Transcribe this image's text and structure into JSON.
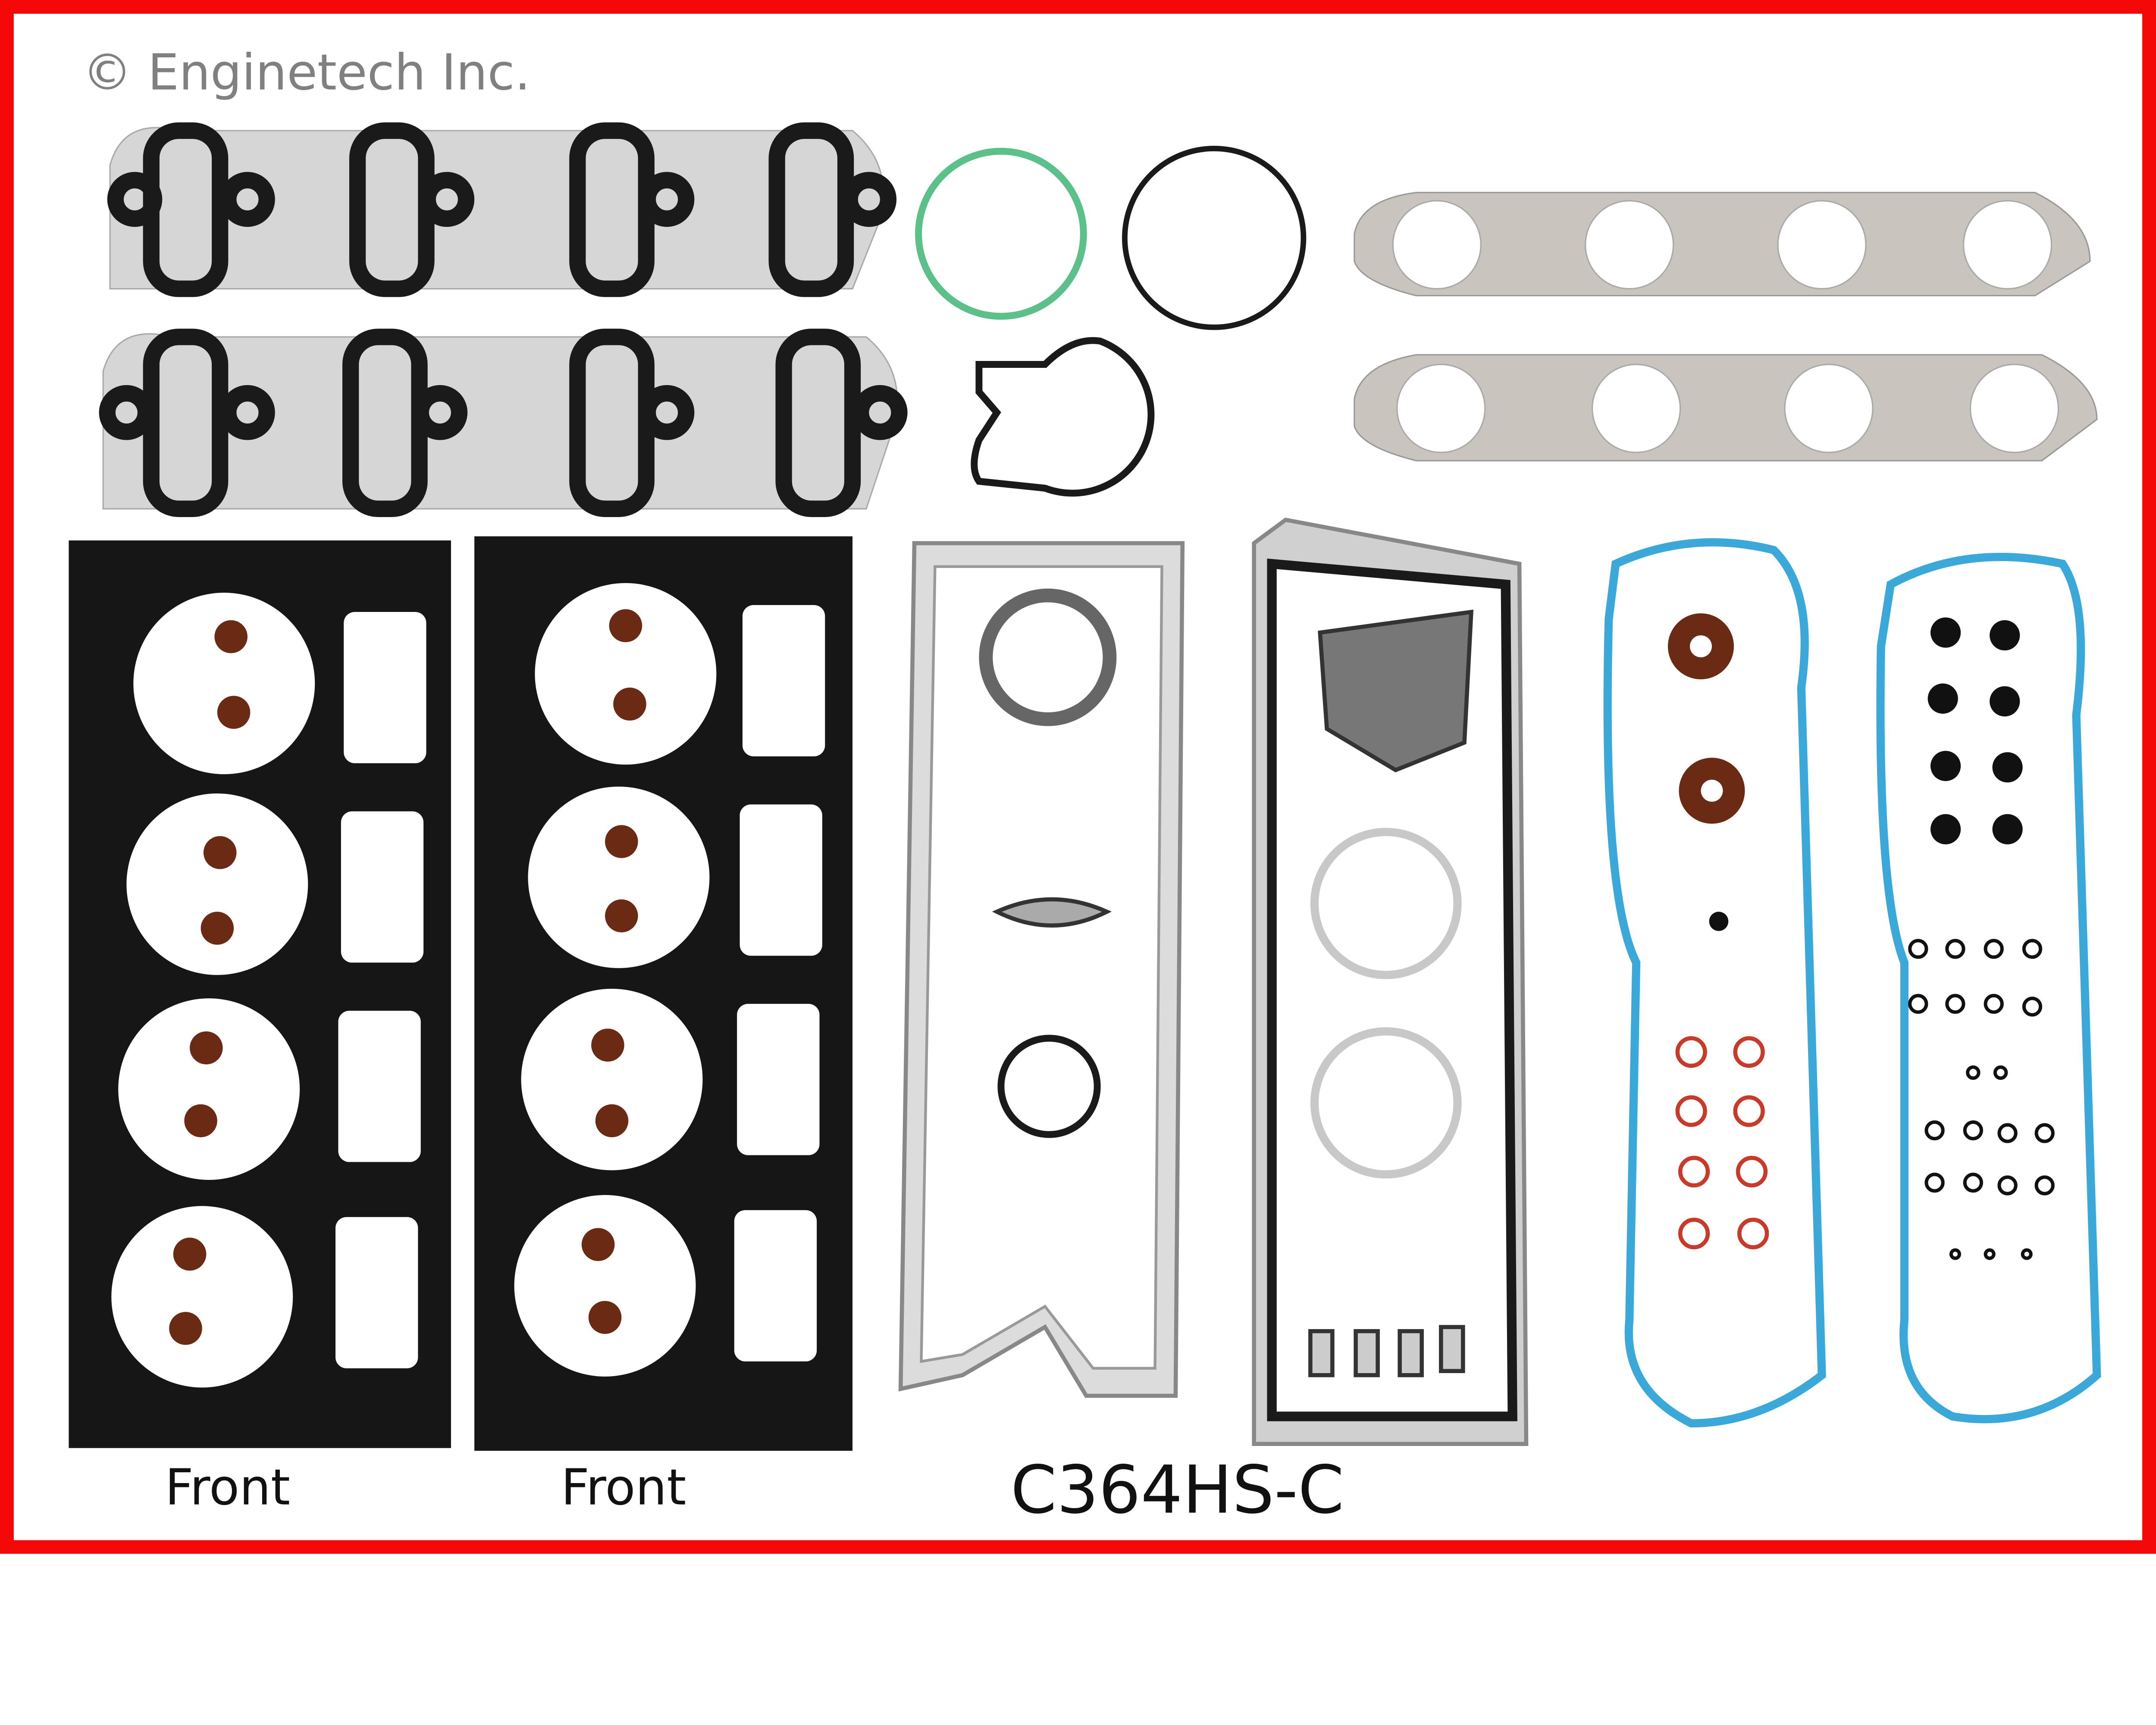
{
  "copyright": "© Enginetech Inc.",
  "labels": {
    "head_gasket_left": "Front",
    "head_gasket_right": "Front",
    "part_number": "C364HS-C"
  },
  "colors": {
    "border": "#f40808",
    "gasket_black": "#1a1a1a",
    "metal": "#d8d8d8",
    "green_ring": "#5cc08a",
    "blue_seal": "#3aa8d8",
    "seal_brown": "#6a2a14",
    "oring_red": "#c83a2a"
  }
}
